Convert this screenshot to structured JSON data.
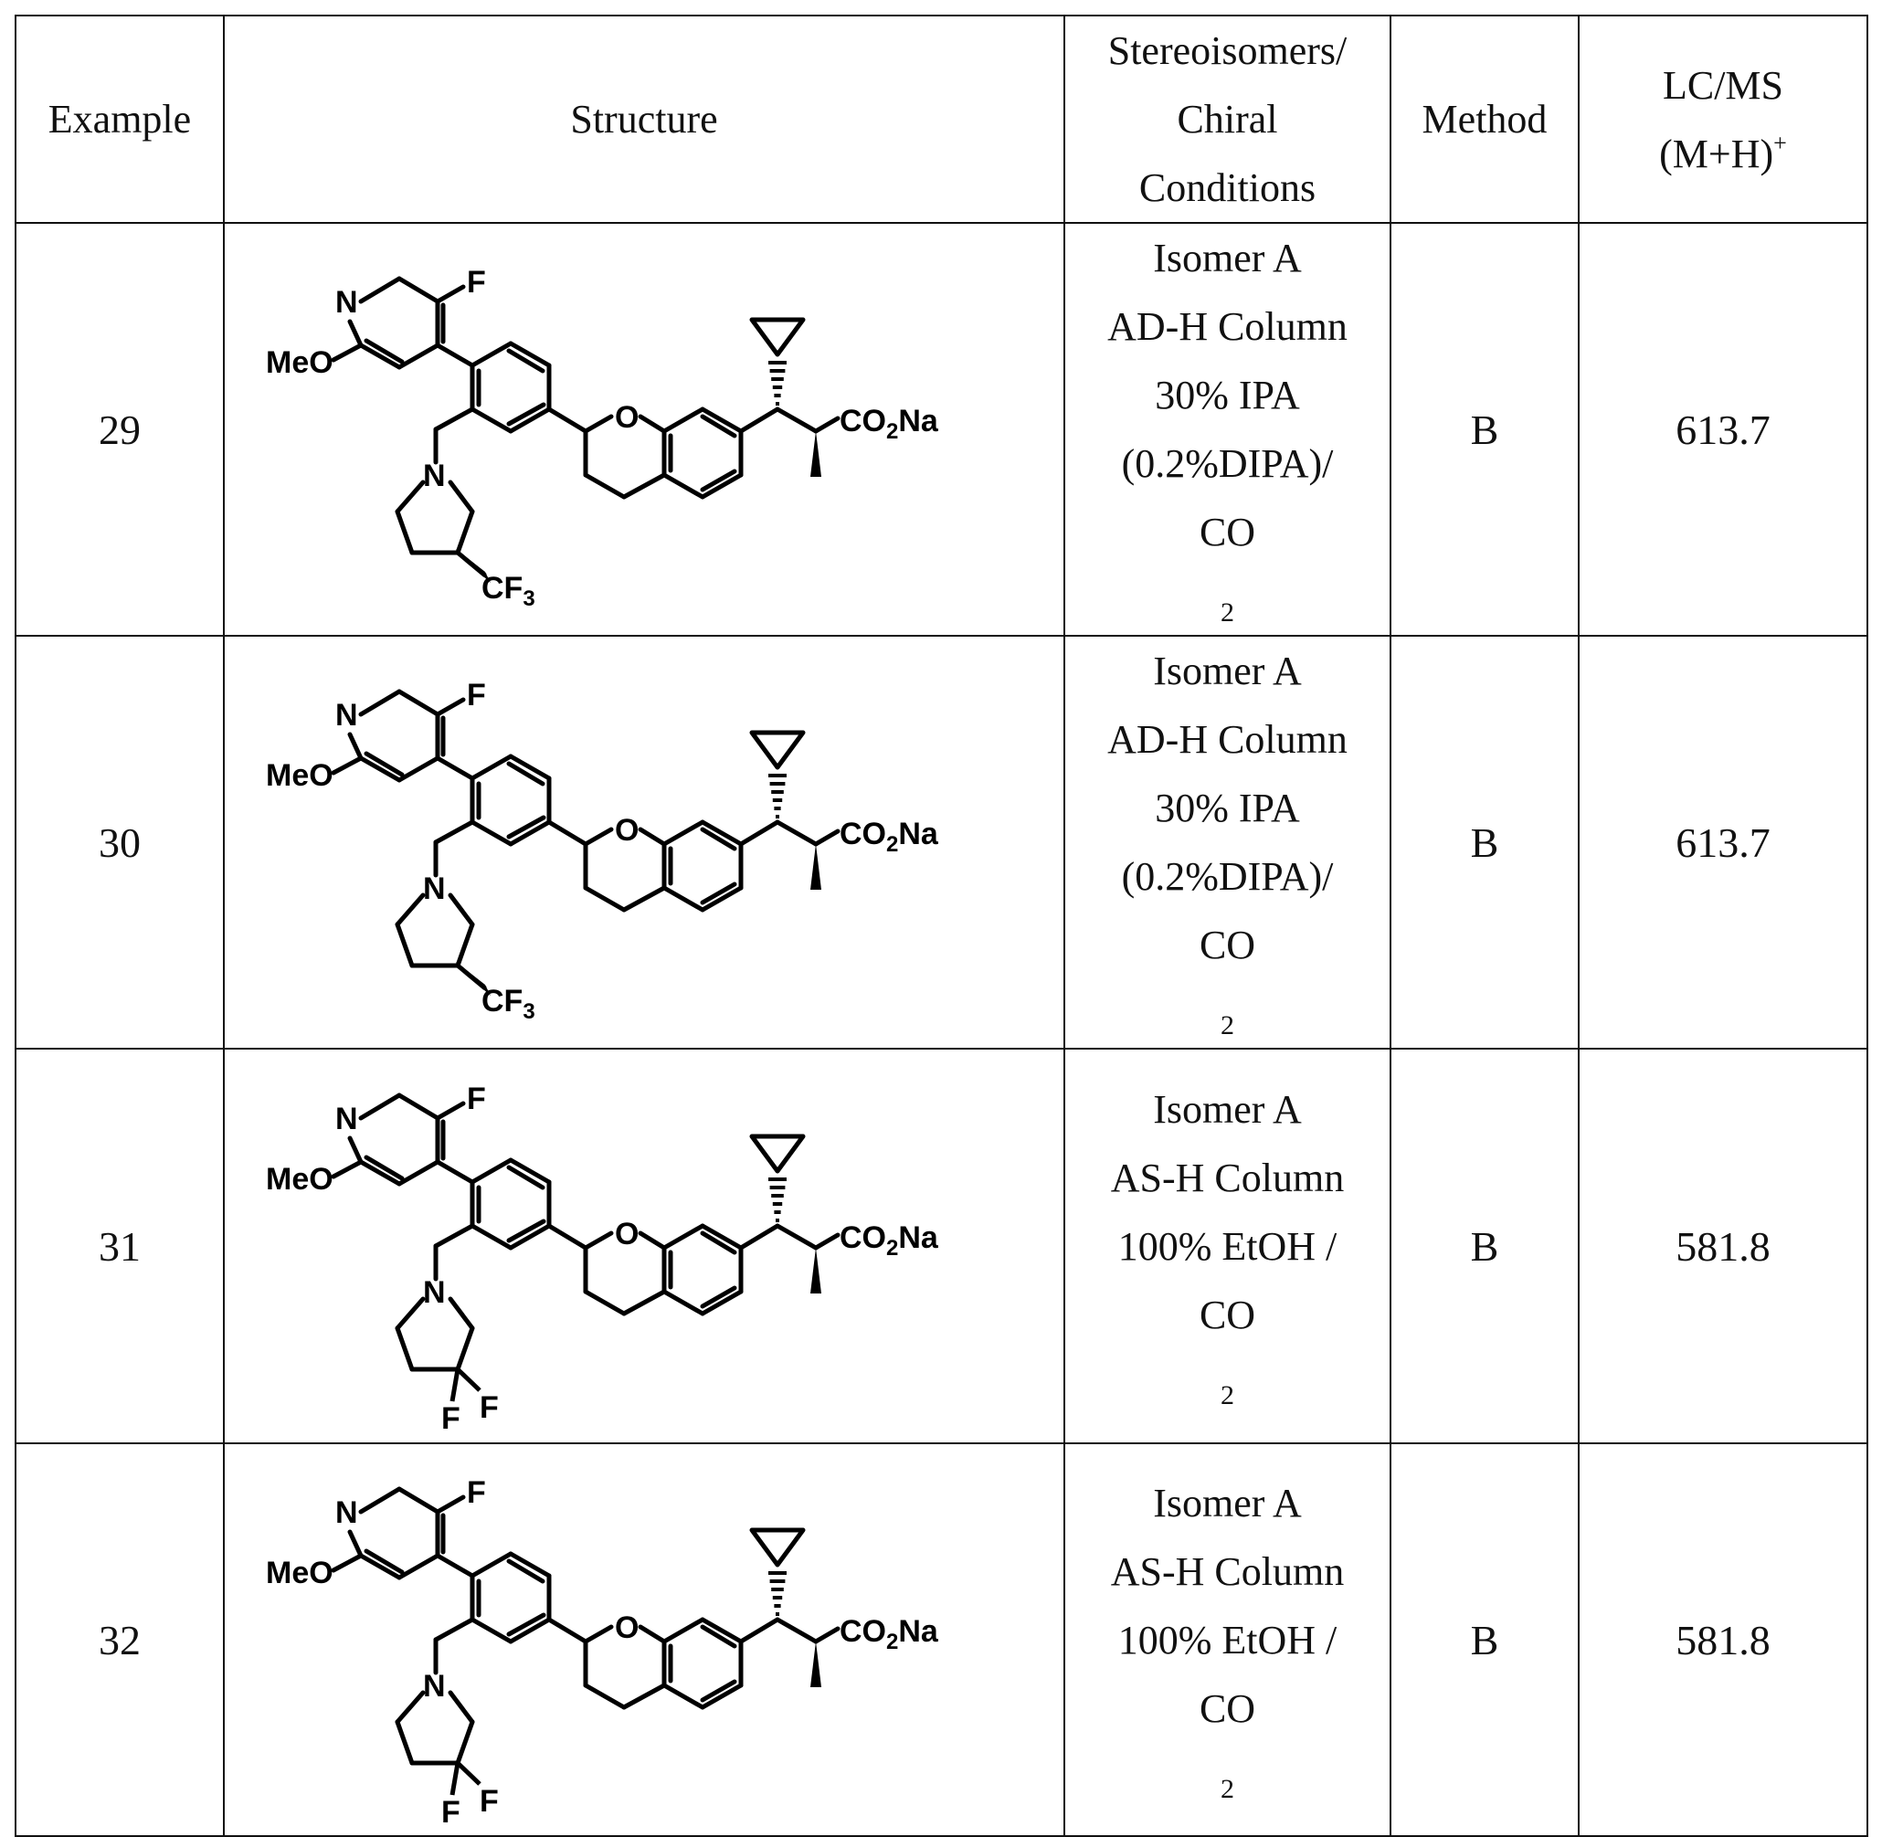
{
  "table": {
    "headers": {
      "example": "Example",
      "structure": "Structure",
      "stereo_line1": "Stereoisomers/",
      "stereo_line2": "Chiral",
      "stereo_line3": "Conditions",
      "method": "Method",
      "lcms_line1": "LC/MS",
      "lcms_line2": "(M+H)",
      "lcms_sup": "+"
    },
    "rows": [
      {
        "example": "29",
        "cond": [
          "Isomer A",
          "AD-H Column",
          "30% IPA",
          "(0.2%DIPA)/",
          "CO"
        ],
        "cond_sub": "2",
        "method": "B",
        "lcms": "613.7",
        "substituent": "CF3"
      },
      {
        "example": "30",
        "cond": [
          "Isomer A",
          "AD-H Column",
          "30% IPA",
          "(0.2%DIPA)/",
          "CO"
        ],
        "cond_sub": "2",
        "method": "B",
        "lcms": "613.7",
        "substituent": "CF3"
      },
      {
        "example": "31",
        "cond": [
          "Isomer A",
          "AS-H Column",
          "100% EtOH /",
          "CO"
        ],
        "cond_sub": "2",
        "method": "B",
        "lcms": "581.8",
        "substituent": "F,F"
      },
      {
        "example": "32",
        "cond": [
          "Isomer A",
          "AS-H Column",
          "100% EtOH /",
          "CO"
        ],
        "cond_sub": "2",
        "method": "B",
        "lcms": "581.8",
        "substituent": "F,F"
      }
    ],
    "atoms": {
      "n": "N",
      "f": "F",
      "meo": "MeO",
      "o": "O",
      "co2na_a": "CO",
      "co2na_sub": "2",
      "co2na_b": "Na",
      "cf3_a": "CF",
      "cf3_sub": "3"
    }
  }
}
